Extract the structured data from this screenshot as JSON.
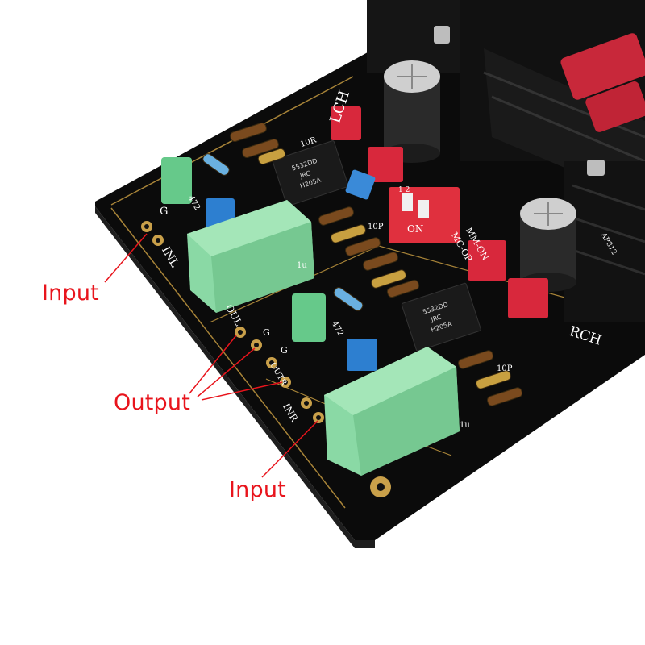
{
  "callouts": {
    "input_top": "Input",
    "output": "Output",
    "input_bottom": "Input"
  },
  "board_labels": {
    "left_channel": "LCH",
    "right_channel": "RCH",
    "input_left": "INL",
    "input_right": "INR",
    "output_left": "OUL",
    "output_right": "OUTR",
    "ground": "G",
    "cap_472": "472",
    "cap_10p": "10P",
    "res_10r": "10R",
    "res_1u": "1u",
    "switch_on": "ON",
    "switch_12": "1 2",
    "mode_mc": "MC-OP",
    "mode_mm": "MM-ON",
    "cap_code": "AP812"
  },
  "chips": {
    "upper": [
      "5532DD",
      "JRC",
      "H205A"
    ],
    "lower": [
      "5532DD",
      "JRC",
      "H205A"
    ]
  },
  "colors": {
    "callout_text": "#e8141c",
    "pcb": "#0b0b0b",
    "silkscreen": "#ffffff",
    "gold_trace": "#c9a04a",
    "film_cap_green": "#7fd69a",
    "red_cap": "#d8283c",
    "blue_cap": "#2d7fd0"
  }
}
